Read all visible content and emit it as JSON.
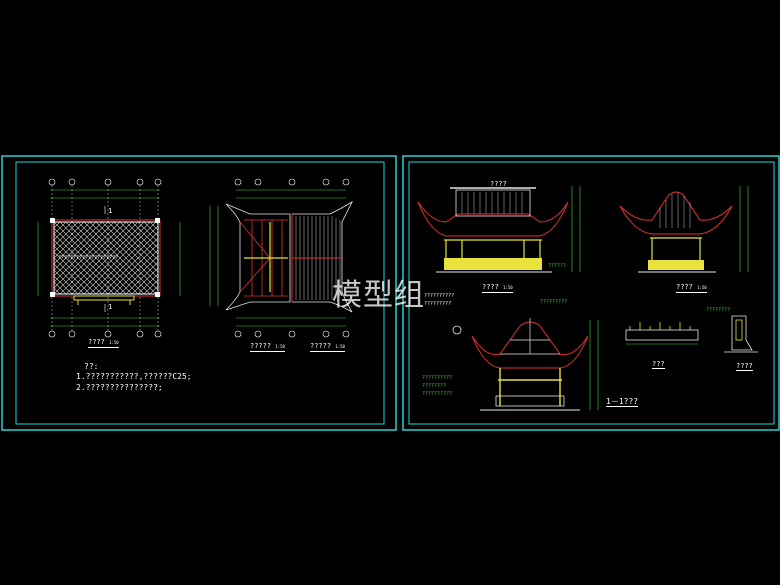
{
  "colors": {
    "background": "#000000",
    "frame": "#22d3d6",
    "hatch": "#e8e8e8",
    "roof_red": "#e23030",
    "structure_yellow": "#e8e23a",
    "dim_green": "#3ccf3c",
    "text_white": "#ffffff"
  },
  "watermark": "模型组",
  "sheet1": {
    "plan_label": "????",
    "plan_scale": "1:50",
    "roof_plan_label": "?????",
    "roof_plan_scale": "1:50",
    "roof_detail_label": "?????",
    "roof_detail_scale": "1:50",
    "hatch_note": "????????????????????",
    "axis_mark_a": "1",
    "axis_mark_b": "1",
    "notes": {
      "heading": "??:",
      "line1": "1.???????????,??????C25;",
      "line2": "2.???????????????;"
    }
  },
  "sheet2": {
    "front_elev_label": "????",
    "front_elev_scale": "1:50",
    "side_elev_label": "????",
    "side_elev_scale": "1:50",
    "section_label": "1－1???",
    "detail1_label": "???",
    "detail2_label": "????",
    "ridge_top_label": "????",
    "eave_note": "??????",
    "callouts": [
      "??????????",
      "?????????",
      "?????????",
      "????????"
    ],
    "section_notes": [
      "??????????",
      "????????",
      "??????????"
    ]
  }
}
